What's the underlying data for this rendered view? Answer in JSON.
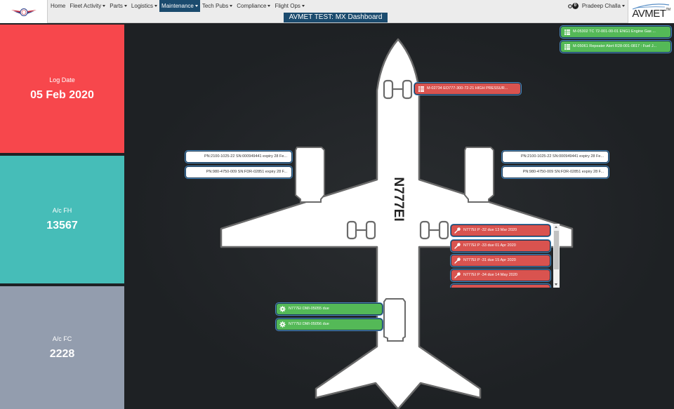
{
  "nav": {
    "items": [
      {
        "label": "Home",
        "dropdown": false,
        "active": false
      },
      {
        "label": "Fleet Activity",
        "dropdown": true,
        "active": false
      },
      {
        "label": "Parts",
        "dropdown": true,
        "active": false
      },
      {
        "label": "Logistics",
        "dropdown": true,
        "active": false
      },
      {
        "label": "Maintenance",
        "dropdown": true,
        "active": true
      },
      {
        "label": "Tech Pubs",
        "dropdown": true,
        "active": false
      },
      {
        "label": "Compliance",
        "dropdown": true,
        "active": false
      },
      {
        "label": "Flight Ops",
        "dropdown": true,
        "active": false
      }
    ],
    "page_title": "AVMET TEST: MX Dashboard",
    "notification_count": "0",
    "user_name": "Pradeep Challa",
    "brand": "AVMET",
    "brand_tm": "TM"
  },
  "tiles": {
    "log_date": {
      "label": "Log Date",
      "value": "05 Feb 2020",
      "color": "#f7474c"
    },
    "ac_fh": {
      "label": "A/c FH",
      "value": "13567",
      "color": "#46bdb8"
    },
    "ac_fc": {
      "label": "A/c FC",
      "value": "2228",
      "color": "#939dae"
    }
  },
  "aircraft": {
    "registration": "N777EI"
  },
  "alerts": {
    "top_right": [
      {
        "text": "M-05302 TC 72-001-00-01 ENG1 Engine Gas ...",
        "status": "green",
        "icon": "list-icon"
      },
      {
        "text": "M-05061 Repeater Alert R28-001-0817 : Fuel J...",
        "status": "green",
        "icon": "list-icon"
      }
    ],
    "nose_gear": {
      "text": "M-02734 EO777-300-72-21 HIGH PRESSUR...",
      "status": "red",
      "icon": "list-icon"
    },
    "left_engine": [
      {
        "text": "PN:2100-1025-22 SN:000949441 expiry 28 Fe..."
      },
      {
        "text": "PN:980-4750-009 SN:FDR-02851 expiry 28 F..."
      }
    ],
    "right_engine": [
      {
        "text": "PN:2100-1025-22 SN:000949441 expiry 28 Fe..."
      },
      {
        "text": "PN:980-4750-009 SN:FDR-02851 expiry 28 F..."
      }
    ],
    "right_gear": [
      {
        "text": "N777EI P -32 due 13 Mar 2020",
        "status": "red",
        "icon": "wrench-icon"
      },
      {
        "text": "N777EI P -33 due 01 Apr 2020",
        "status": "red",
        "icon": "wrench-icon"
      },
      {
        "text": "N777EI P -31 due 15 Apr 2020",
        "status": "red",
        "icon": "wrench-icon"
      },
      {
        "text": "N777EI P -34 due 14 May 2020",
        "status": "red",
        "icon": "wrench-icon"
      }
    ],
    "apu": [
      {
        "text": "N777EI DMI-05055 due",
        "status": "green",
        "icon": "gear-icon"
      },
      {
        "text": "N777EI DMI-05056 due",
        "status": "green",
        "icon": "gear-icon"
      }
    ]
  },
  "colors": {
    "nav_active": "#1b4b6e",
    "alert_red": "#d9534f",
    "alert_green": "#54b957",
    "background": "#1e2124"
  }
}
